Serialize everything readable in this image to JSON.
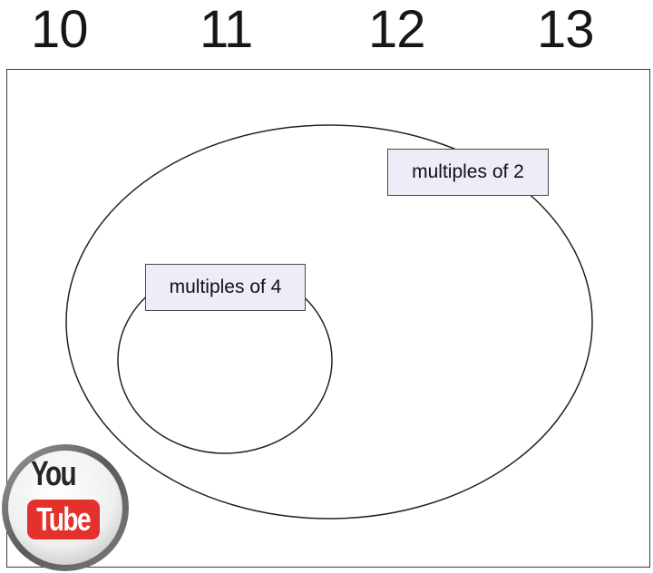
{
  "header_numbers": [
    "10",
    "11",
    "12",
    "13"
  ],
  "sets": {
    "outer": {
      "label": "multiples of 2"
    },
    "inner": {
      "label": "multiples of 4"
    }
  },
  "logo": {
    "word_top": "You",
    "word_bottom": "Tube",
    "accent_color": "#e3312b"
  },
  "colors": {
    "label_fill": "#ecedf6",
    "outline": "#222222"
  }
}
